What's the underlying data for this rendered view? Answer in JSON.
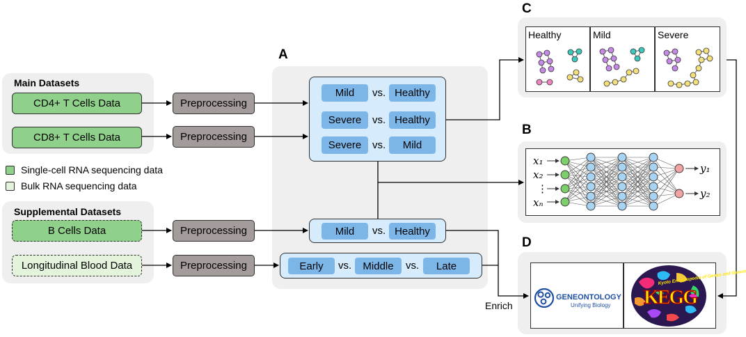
{
  "panels": {
    "a": "A",
    "b": "B",
    "c": "C",
    "d": "D"
  },
  "main_datasets": {
    "title": "Main Datasets",
    "items": [
      "CD4+ T Cells Data",
      "CD8+ T Cells Data"
    ]
  },
  "supplemental_datasets": {
    "title": "Supplemental Datasets",
    "items": [
      "B Cells Data",
      "Longitudinal Blood Data"
    ]
  },
  "preprocessing_label": "Preprocessing",
  "legend": [
    {
      "label": "Single-cell RNA sequencing data",
      "color": "#8fd18a"
    },
    {
      "label": "Bulk RNA sequencing data",
      "color": "#e3f3dc"
    }
  ],
  "comparisons_main": [
    {
      "left": "Mild",
      "vs": "vs.",
      "right": "Healthy"
    },
    {
      "left": "Severe",
      "vs": "vs.",
      "right": "Healthy"
    },
    {
      "left": "Severe",
      "vs": "vs.",
      "right": "Mild"
    }
  ],
  "comparison_b_cells": {
    "left": "Mild",
    "vs": "vs.",
    "right": "Healthy"
  },
  "comparison_longitudinal": {
    "a": "Early",
    "vs1": "vs.",
    "b": "Middle",
    "vs2": "vs.",
    "c": "Late"
  },
  "graphs": [
    "Healthy",
    "Mild",
    "Severe"
  ],
  "network": {
    "inputs": [
      "x₁",
      "x₂",
      "⋮",
      "xₙ"
    ],
    "outputs": [
      "y₁",
      "y₂"
    ]
  },
  "enrich_label": "Enrich",
  "gene_ontology": {
    "name": "GENEONTOLOGY",
    "tagline": "Unifying Biology"
  },
  "kegg": {
    "letters": "KEGG",
    "tagline": "Kyoto Encyclopedia of Genes and Genomes"
  },
  "colors": {
    "single_cell": "#8fd18a",
    "bulk": "#e3f3dc",
    "preprocessing": "#a49b9b",
    "comparison_box": "#d6ebfb",
    "pill": "#7cb6e8",
    "panel_bg": "#efefef",
    "node_input": "#7ccf6a",
    "node_hidden": "#a9d3f2",
    "node_output": "#f2a3a3"
  }
}
